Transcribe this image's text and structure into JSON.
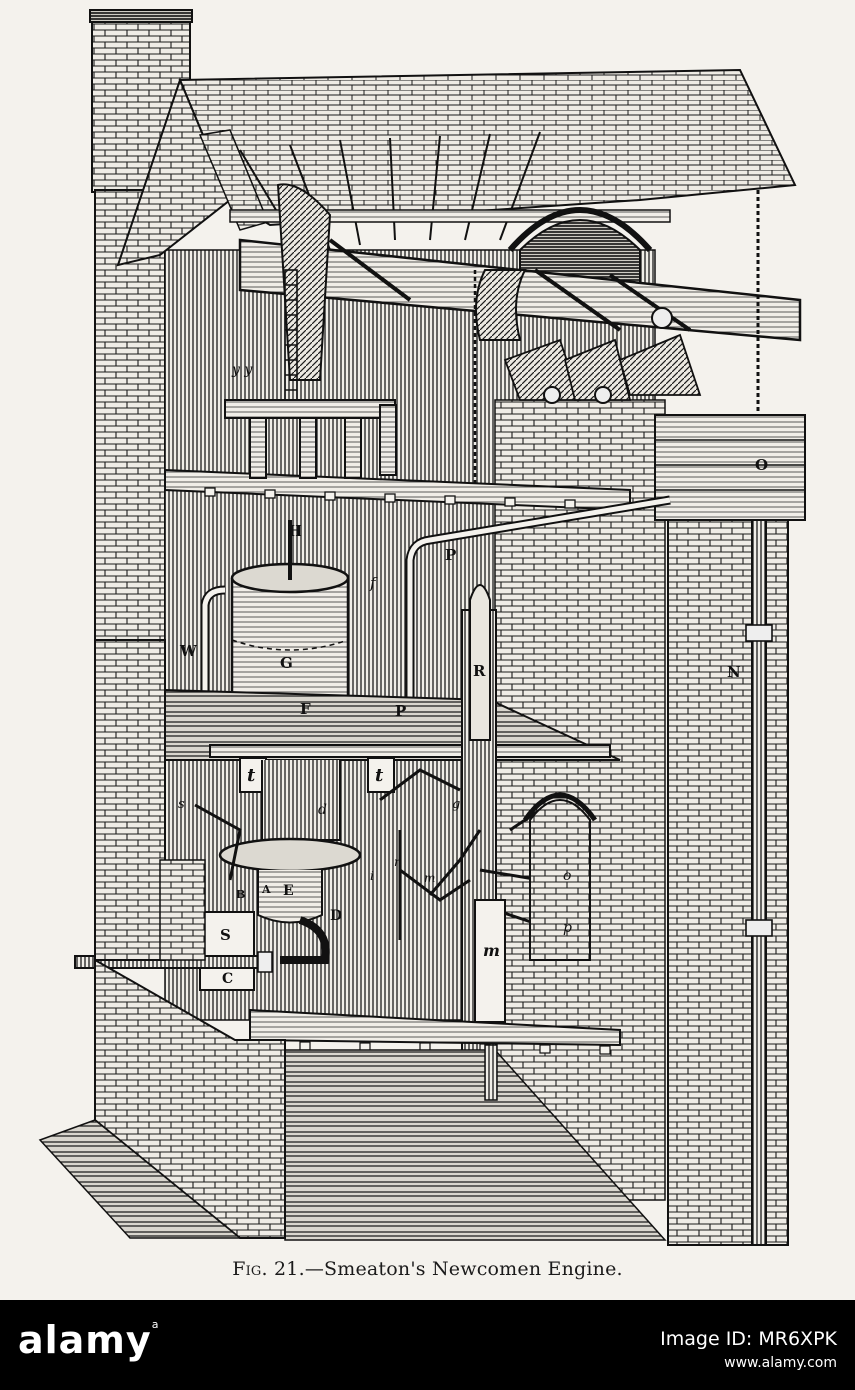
{
  "figure": {
    "caption_prefix": "Fig. 21.",
    "caption_title": "—Smeaton's Newcomen Engine."
  },
  "labels": {
    "H": "H",
    "W": "W",
    "G": "G",
    "F": "F",
    "P": "P",
    "P2": "P",
    "R": "R",
    "N": "N",
    "O": "O",
    "S": "S",
    "C": "C",
    "D": "D",
    "E": "E",
    "A": "A",
    "B": "B",
    "t1": "t",
    "t2": "t",
    "m": "m",
    "m2": "m",
    "f": "f",
    "g": "g",
    "d": "d",
    "r": "r",
    "i": "i",
    "p": "p",
    "o": "o",
    "s": "s",
    "y": "y y"
  },
  "banner": {
    "logo": "alamy",
    "image_id": "Image ID: MR6XPK",
    "url": "www.alamy.com"
  },
  "colors": {
    "ink": "#1b1b1b",
    "paper": "#f4f2ed",
    "banner": "#000000"
  }
}
